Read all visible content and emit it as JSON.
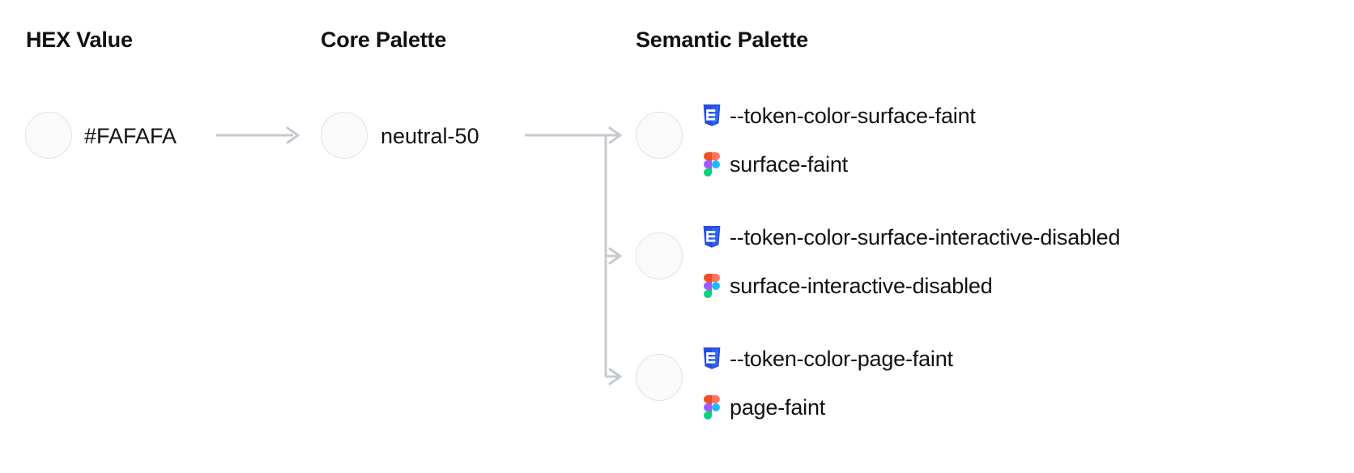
{
  "columns": {
    "hex": "HEX Value",
    "core": "Core Palette",
    "semantic": "Semantic Palette"
  },
  "hex": {
    "value": "#FAFAFA",
    "swatch_color": "#FAFAFA",
    "swatch_border": "#E2E2E6"
  },
  "core": {
    "value": "neutral-50",
    "swatch_color": "#FAFAFA",
    "swatch_border": "#E2E2E6"
  },
  "connector": {
    "color": "#C5C9D1",
    "stroke_width": 3
  },
  "icons": {
    "css": {
      "name": "css3-icon",
      "shield_dark": "#264DE4",
      "shield_light": "#2965F1",
      "glyph": "#FFFFFF"
    },
    "figma": {
      "name": "figma-icon",
      "orange": "#F24E1E",
      "salmon": "#FF7262",
      "purple": "#A259FF",
      "blue": "#1ABCFE",
      "green": "#0ACF83"
    }
  },
  "semantic_tokens": [
    {
      "swatch_color": "#FAFAFA",
      "css_token": "--token-color-surface-faint",
      "figma_token": "surface-faint"
    },
    {
      "swatch_color": "#FAFAFA",
      "css_token": "--token-color-surface-interactive-disabled",
      "figma_token": "surface-interactive-disabled"
    },
    {
      "swatch_color": "#FAFAFA",
      "css_token": "--token-color-page-faint",
      "figma_token": "page-faint"
    }
  ]
}
